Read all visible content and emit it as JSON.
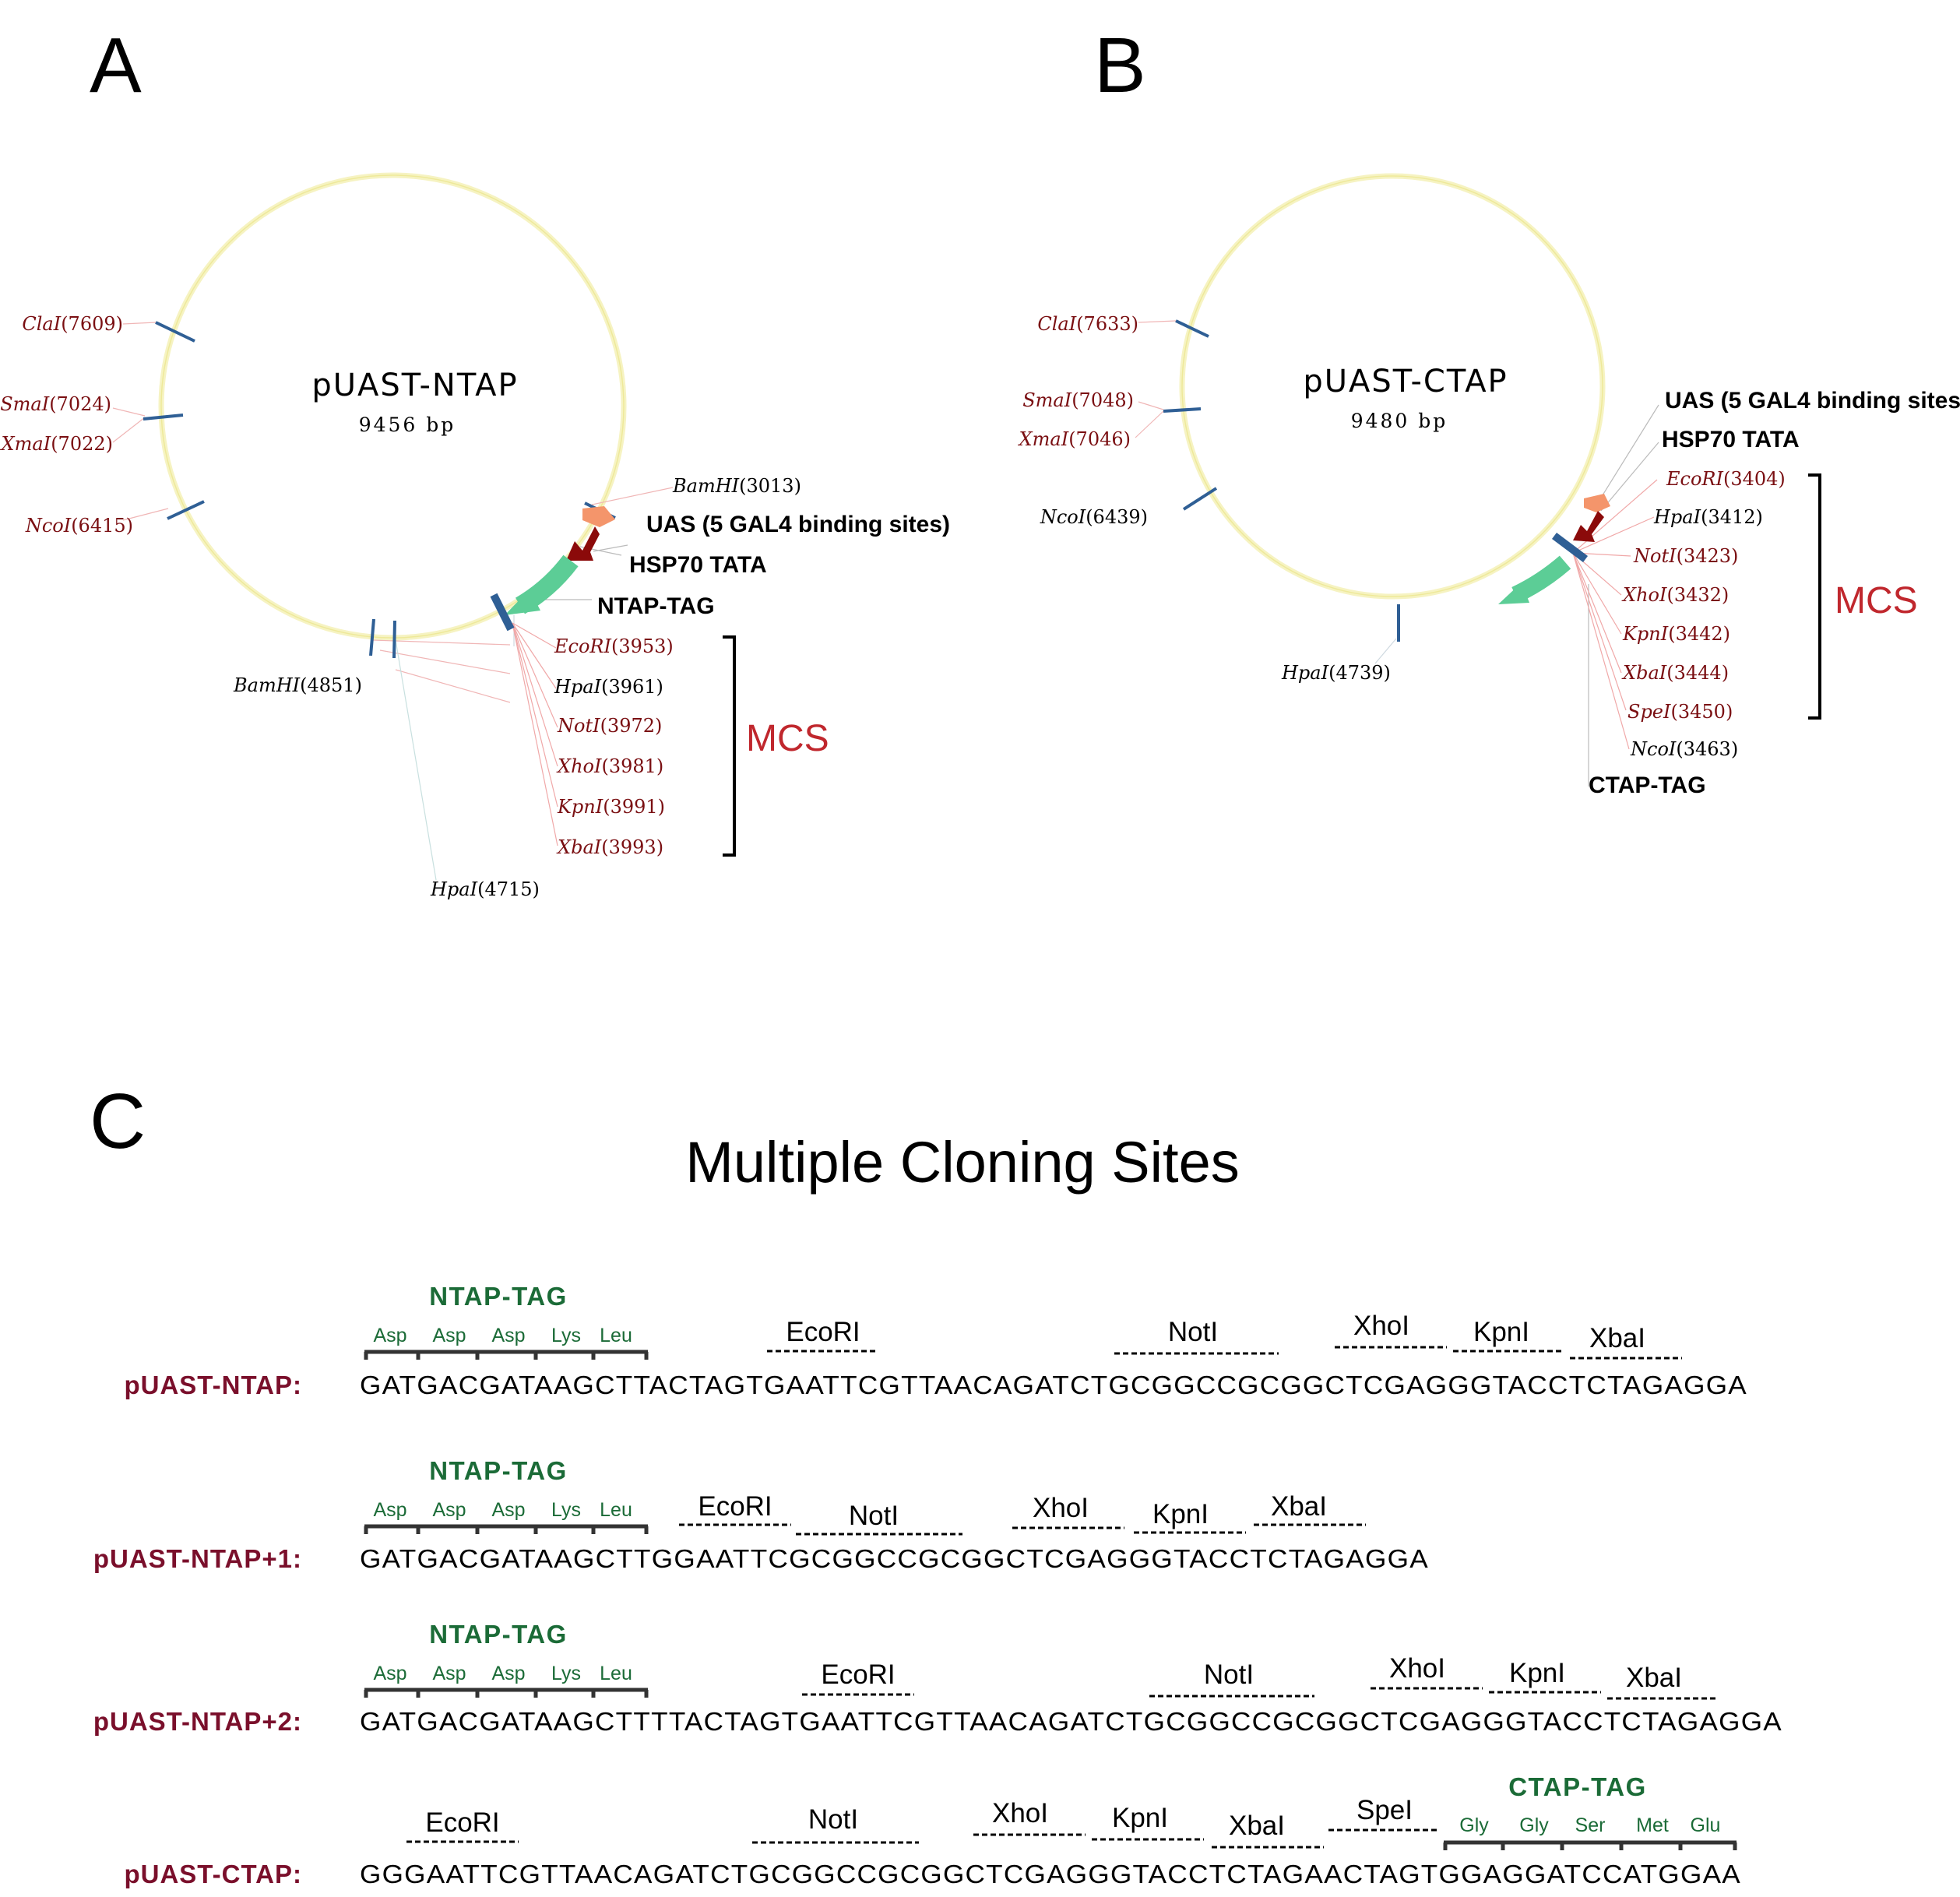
{
  "panels": {
    "a": "A",
    "b": "B",
    "c": "C"
  },
  "colors": {
    "site_red": "#7a0f12",
    "site_black": "#000000",
    "tick_blue": "#2f5f95",
    "backbone": "#f3f0a8",
    "uas": "#f4956b",
    "tata": "#8b0a0a",
    "tag_arrow": "#5ccd96",
    "mcs_red": "#c0272d",
    "row_label": "#7a0f2b",
    "tag_green": "#1b6b37"
  },
  "map_a": {
    "name": "pUAST-NTAP",
    "size": "9456 bp",
    "sites": [
      {
        "name": "ClaI",
        "pos": "(7609)",
        "color": "red"
      },
      {
        "name": "SmaI",
        "pos": "(7024)",
        "color": "red"
      },
      {
        "name": "XmaI",
        "pos": "(7022)",
        "color": "red"
      },
      {
        "name": "NcoI",
        "pos": "(6415)",
        "color": "red"
      },
      {
        "name": "BamHI",
        "pos": "(3013)",
        "color": "black"
      },
      {
        "name": "BamHI",
        "pos": "(4851)",
        "color": "black"
      },
      {
        "name": "HpaI",
        "pos": "(4715)",
        "color": "black"
      },
      {
        "name": "EcoRI",
        "pos": "(3953)",
        "color": "red"
      },
      {
        "name": "HpaI",
        "pos": "(3961)",
        "color": "black"
      },
      {
        "name": "NotI",
        "pos": "(3972)",
        "color": "red"
      },
      {
        "name": "XhoI",
        "pos": "(3981)",
        "color": "red"
      },
      {
        "name": "KpnI",
        "pos": "(3991)",
        "color": "red"
      },
      {
        "name": "XbaI",
        "pos": "(3993)",
        "color": "red"
      }
    ],
    "features": [
      "UAS (5 GAL4 binding sites)",
      "HSP70 TATA",
      "NTAP-TAG"
    ],
    "mcs_label": "MCS"
  },
  "map_b": {
    "name": "pUAST-CTAP",
    "size": "9480 bp",
    "sites": [
      {
        "name": "ClaI",
        "pos": "(7633)",
        "color": "red"
      },
      {
        "name": "SmaI",
        "pos": "(7048)",
        "color": "red"
      },
      {
        "name": "XmaI",
        "pos": "(7046)",
        "color": "red"
      },
      {
        "name": "NcoI",
        "pos": "(6439)",
        "color": "black"
      },
      {
        "name": "HpaI",
        "pos": "(4739)",
        "color": "black"
      },
      {
        "name": "EcoRI",
        "pos": "(3404)",
        "color": "red"
      },
      {
        "name": "HpaI",
        "pos": "(3412)",
        "color": "black"
      },
      {
        "name": "NotI",
        "pos": "(3423)",
        "color": "red"
      },
      {
        "name": "XhoI",
        "pos": "(3432)",
        "color": "red"
      },
      {
        "name": "KpnI",
        "pos": "(3442)",
        "color": "red"
      },
      {
        "name": "XbaI",
        "pos": "(3444)",
        "color": "red"
      },
      {
        "name": "SpeI",
        "pos": "(3450)",
        "color": "red"
      },
      {
        "name": "NcoI",
        "pos": "(3463)",
        "color": "black"
      }
    ],
    "features": [
      "UAS (5 GAL4 binding sites)",
      "HSP70 TATA",
      "CTAP-TAG"
    ],
    "mcs_label": "MCS"
  },
  "mcs_panel": {
    "title": "Multiple Cloning Sites",
    "rows": [
      {
        "label": "pUAST-NTAP:",
        "sequence": "GATGACGATAAGCTTACTAGTGAATTCGTTAACAGATCTGCGGCCGCGGCTCGAGGGTACCTCTAGAGGA",
        "tag": {
          "name": "NTAP-TAG",
          "residues": [
            "Asp",
            "Asp",
            "Asp",
            "Lys",
            "Leu"
          ]
        },
        "enzymes": [
          "EcoRI",
          "NotI",
          "XhoI",
          "KpnI",
          "XbaI"
        ]
      },
      {
        "label": "pUAST-NTAP+1:",
        "sequence": "GATGACGATAAGCTTGGAATTCGCGGCCGCGGCTCGAGGGTACCTCTAGAGGA",
        "tag": {
          "name": "NTAP-TAG",
          "residues": [
            "Asp",
            "Asp",
            "Asp",
            "Lys",
            "Leu"
          ]
        },
        "enzymes": [
          "EcoRI",
          "NotI",
          "XhoI",
          "KpnI",
          "XbaI"
        ]
      },
      {
        "label": "pUAST-NTAP+2:",
        "sequence": "GATGACGATAAGCTTTTACTAGTGAATTCGTTAACAGATCTGCGGCCGCGGCTCGAGGGTACCTCTAGAGGA",
        "tag": {
          "name": "NTAP-TAG",
          "residues": [
            "Asp",
            "Asp",
            "Asp",
            "Lys",
            "Leu"
          ]
        },
        "enzymes": [
          "EcoRI",
          "NotI",
          "XhoI",
          "KpnI",
          "XbaI"
        ]
      },
      {
        "label": "pUAST-CTAP:",
        "sequence": "GGGAATTCGTTAACAGATCTGCGGCCGCGGCTCGAGGGTACCTCTAGAACTAGTGGAGGATCCATGGAA",
        "tag": {
          "name": "CTAP-TAG",
          "residues": [
            "Gly",
            "Gly",
            "Ser",
            "Met",
            "Glu"
          ]
        },
        "enzymes": [
          "EcoRI",
          "NotI",
          "XhoI",
          "KpnI",
          "XbaI",
          "SpeI"
        ]
      }
    ]
  }
}
